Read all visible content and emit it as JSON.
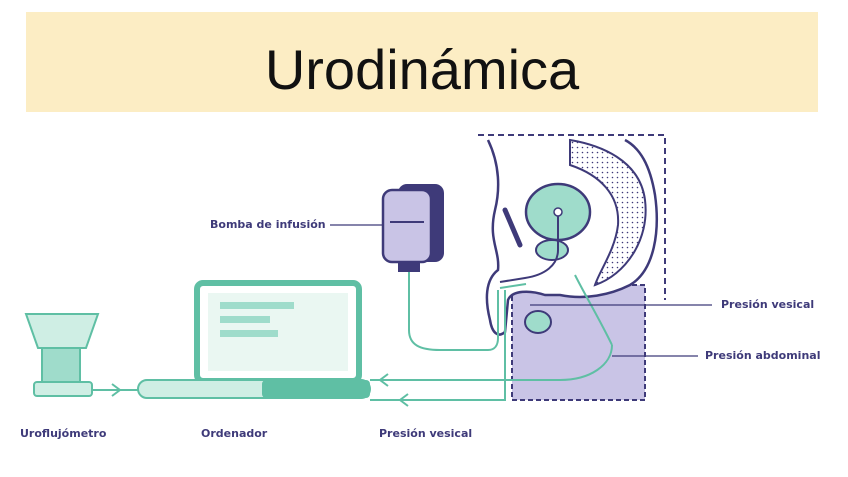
{
  "title": "Urodinámica",
  "labels": {
    "infusion_pump": "Bomba de infusión",
    "vesical_pressure_right": "Presión vesical",
    "abdominal_pressure": "Presión abdominal",
    "uroflowmeter": "Uroflujómetro",
    "computer": "Ordenador",
    "vesical_pressure_bottom": "Presión vesical"
  },
  "colors": {
    "title_background": "#fcedc4",
    "navy": "#3e3a79",
    "mint": "#9fdccb",
    "mint_dark": "#5fbfa4",
    "lavender": "#c9c4e6",
    "label_text": "#3e3a79"
  },
  "icons": [
    "infusion-pump-icon",
    "laptop-icon",
    "uroflowmeter-icon",
    "pelvis-cross-section-icon"
  ]
}
